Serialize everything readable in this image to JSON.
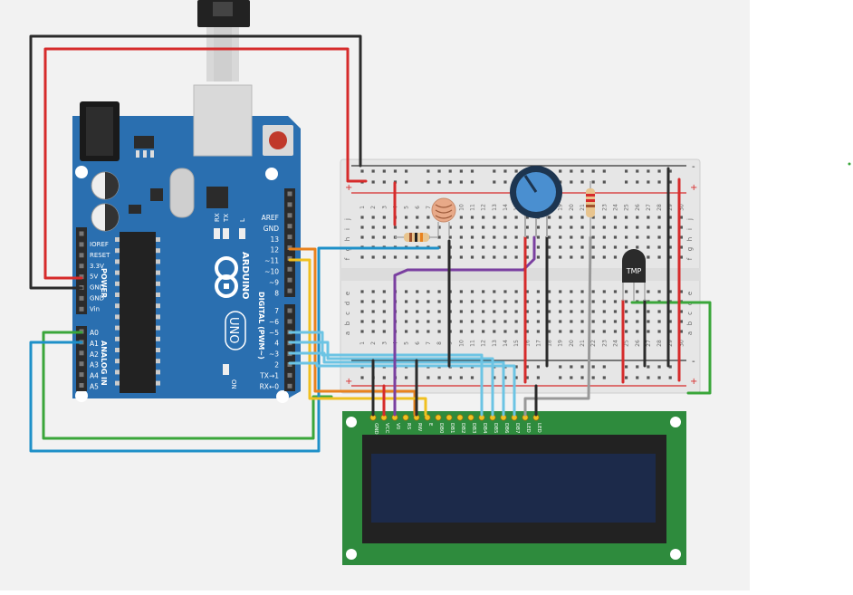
{
  "canvas": {
    "background": "#f2f2f2",
    "outside": "#ffffff"
  },
  "colors": {
    "arduino_board": "#2a6fb0",
    "breadboard": "#e8e8e8",
    "lcd_pcb": "#2e8b3d",
    "lcd_screen": "#1c2a4a",
    "wire_red": "#d62b2b",
    "wire_black": "#2b2b2b",
    "wire_green": "#3aa63a",
    "wire_blue": "#1e90c8",
    "wire_lightblue": "#6cc4e4",
    "wire_orange": "#e8821e",
    "wire_yellow": "#f0c020",
    "wire_purple": "#7a3fa0",
    "wire_gray": "#999999"
  },
  "arduino": {
    "brand": "ARDUINO",
    "model": "UNO",
    "power_header_title": "POWER",
    "power_pins": [
      "IOREF",
      "RESET",
      "3.3V",
      "5V",
      "GND",
      "GND",
      "Vin"
    ],
    "analog_header_title": "ANALOG IN",
    "analog_pins": [
      "A0",
      "A1",
      "A2",
      "A3",
      "A4",
      "A5"
    ],
    "digital_header_title": "DIGITAL (PWM~)",
    "digital_top_pins": [
      "AREF",
      "GND",
      "13",
      "12",
      "~11",
      "~10",
      "~9",
      "8"
    ],
    "digital_bottom_pins": [
      "7",
      "~6",
      "~5",
      "4",
      "~3",
      "2",
      "TX→1",
      "RX←0"
    ],
    "led_labels": [
      "L",
      "TX",
      "RX"
    ],
    "on_label": "ON"
  },
  "breadboard": {
    "row_letters_top": [
      "j",
      "i",
      "h",
      "g",
      "f"
    ],
    "row_letters_bottom": [
      "e",
      "d",
      "c",
      "b",
      "a"
    ],
    "column_numbers": [
      "1",
      "2",
      "3",
      "4",
      "5",
      "6",
      "7",
      "8",
      "9",
      "10",
      "11",
      "12",
      "13",
      "14",
      "15",
      "16",
      "17",
      "18",
      "19",
      "20",
      "21",
      "22",
      "23",
      "24",
      "25",
      "26",
      "27",
      "28",
      "29",
      "30"
    ],
    "rail_plus": "+",
    "rail_minus": "-"
  },
  "sensor": {
    "label": "TMP"
  },
  "lcd": {
    "pins": [
      "GND",
      "VCC",
      "V0",
      "RS",
      "RW",
      "E",
      "DB0",
      "DB1",
      "DB2",
      "DB3",
      "DB4",
      "DB5",
      "DB6",
      "DB7",
      "LED",
      "LED"
    ]
  }
}
